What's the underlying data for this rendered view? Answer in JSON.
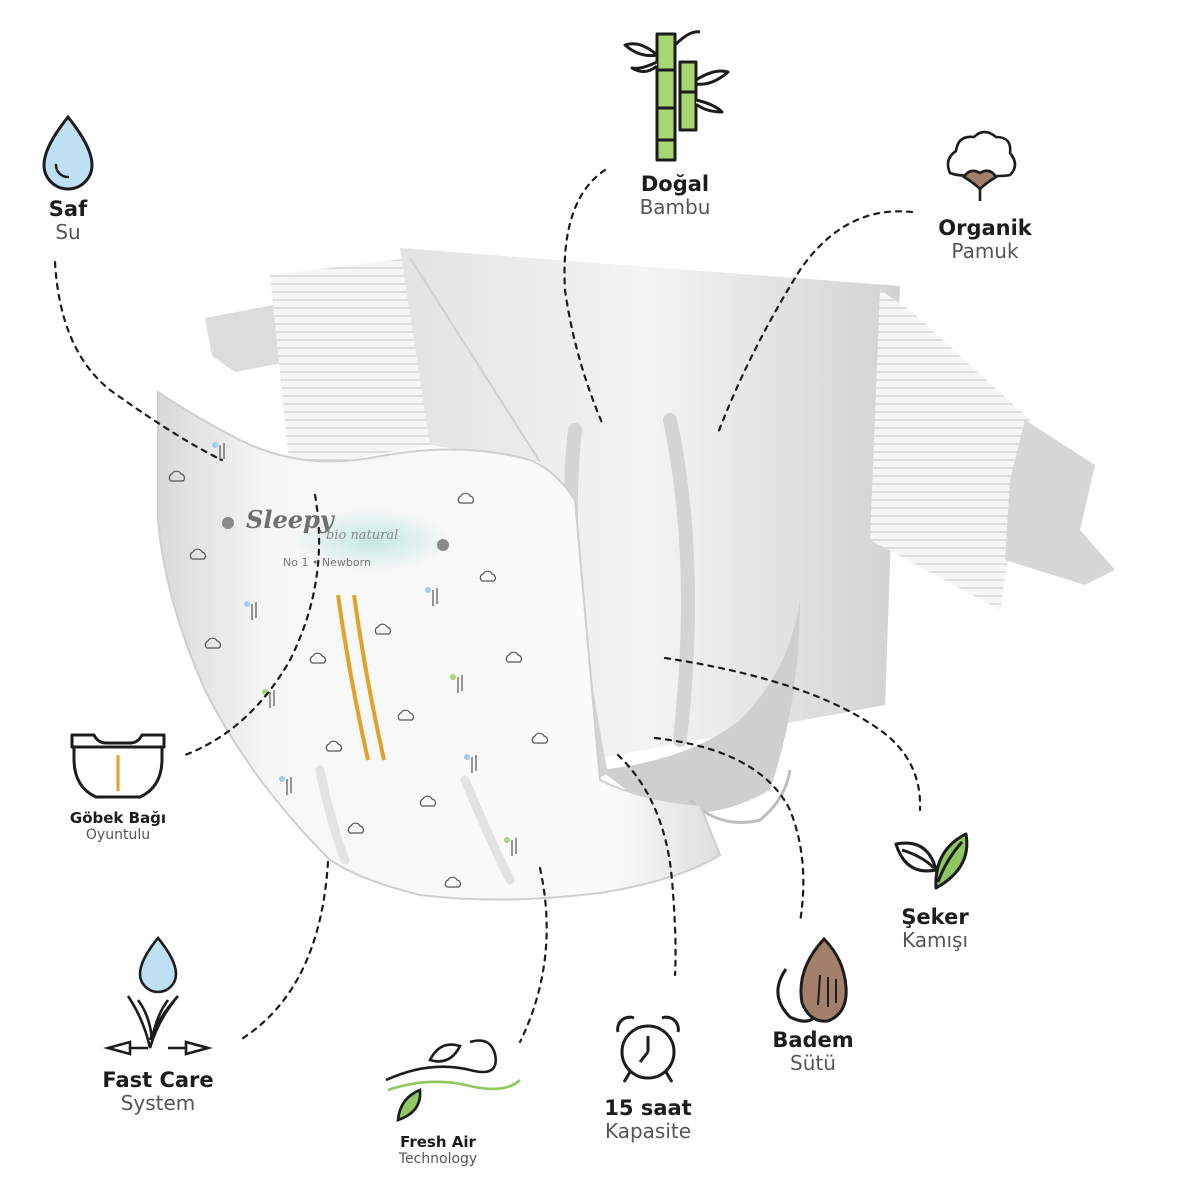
{
  "product": {
    "brand": "Sleepy",
    "sub_brand": "bio natural",
    "size_label": "No 1 • Newborn"
  },
  "features": {
    "saf_su": {
      "title": "Saf",
      "subtitle": "Su",
      "icon": "water-drop-icon"
    },
    "dogal_bambu": {
      "title": "Doğal",
      "subtitle": "Bambu",
      "icon": "bamboo-icon"
    },
    "organik_pamuk": {
      "title": "Organik",
      "subtitle": "Pamuk",
      "icon": "cotton-flower-icon"
    },
    "gobek_bagi": {
      "title": "Göbek Bağı",
      "subtitle": "Oyuntulu",
      "icon": "diaper-navel-cutout-icon"
    },
    "seker_kamisi": {
      "title": "Şeker",
      "subtitle": "Kamışı",
      "icon": "leaves-icon"
    },
    "badem_sutu": {
      "title": "Badem",
      "subtitle": "Sütü",
      "icon": "almond-icon"
    },
    "fast_care": {
      "title": "Fast Care",
      "subtitle": "System",
      "icon": "drop-absorption-arrows-icon"
    },
    "fresh_air": {
      "title": "Fresh Air",
      "subtitle": "Technology",
      "icon": "airflow-leaves-icon"
    },
    "saat_15": {
      "title": "15 saat",
      "subtitle": "Kapasite",
      "icon": "alarm-clock-icon"
    }
  },
  "colors": {
    "accent_green": "#8fc760",
    "water_blue": "#bfe0f2",
    "almond_brown": "#a3806a",
    "line_dark": "#1c1c1c",
    "indicator_orange": "#e2a227"
  }
}
